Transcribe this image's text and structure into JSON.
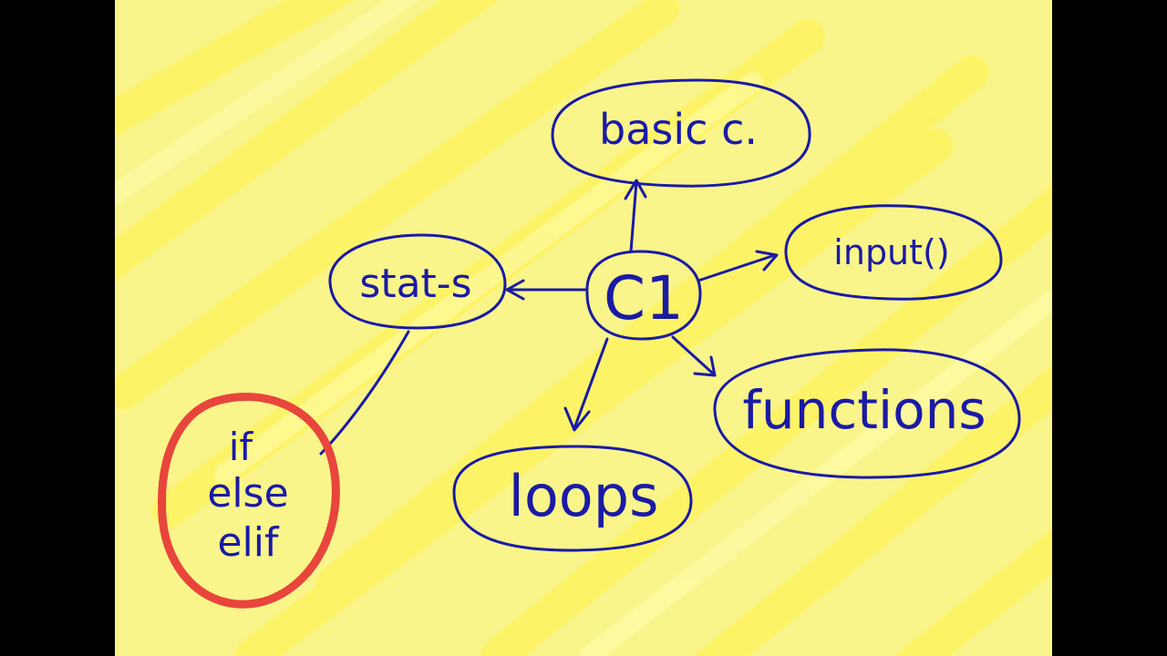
{
  "colors": {
    "background": "#000000",
    "paper": "#f9f58a",
    "highlighter": "#fff35c",
    "ink": "#1a1aa6",
    "highlight_circle": "#e8453c"
  },
  "diagram": {
    "center": {
      "label": "C1"
    },
    "nodes": {
      "basic": {
        "label": "basic c."
      },
      "input": {
        "label": "input()"
      },
      "statements": {
        "label": "stat-s"
      },
      "functions": {
        "label": "functions"
      },
      "loops": {
        "label": "loops"
      },
      "conditions": {
        "line1": "if",
        "line2": "else",
        "line3": "elif"
      }
    }
  }
}
